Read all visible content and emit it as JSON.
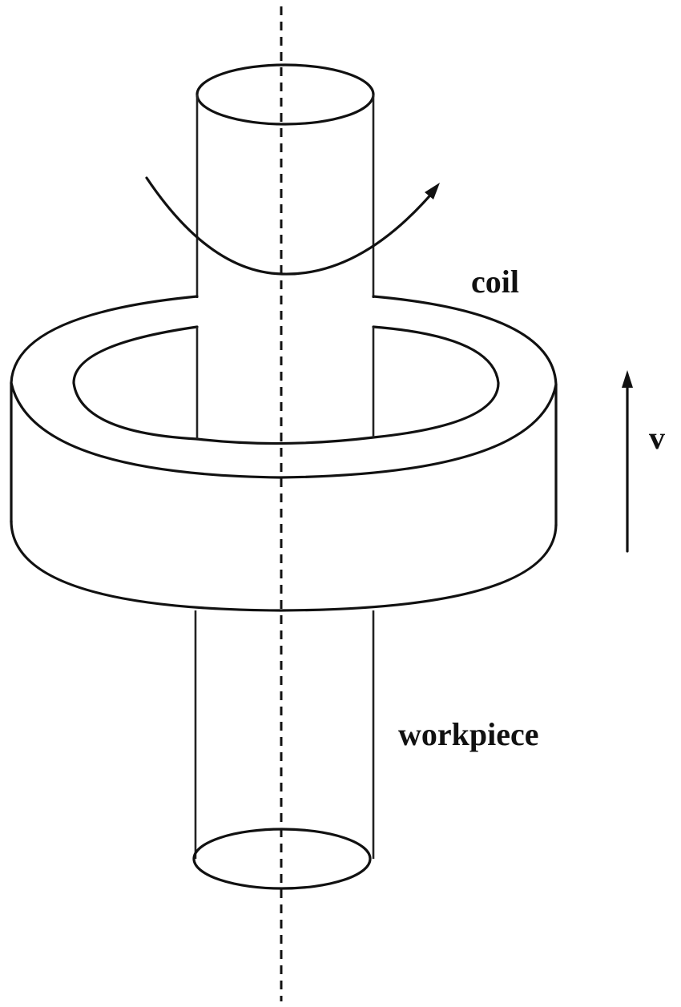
{
  "diagram": {
    "type": "induction-hardening-schematic",
    "labels": {
      "coil": "coil",
      "velocity": "v",
      "workpiece": "workpiece"
    },
    "components": [
      {
        "id": "workpiece",
        "shape": "vertical cylinder",
        "label": "workpiece"
      },
      {
        "id": "coil",
        "shape": "annular ring (torus-like cylinder)",
        "label": "coil"
      },
      {
        "id": "rotation-arrow",
        "shape": "curved arrow around workpiece axis"
      },
      {
        "id": "velocity-arrow",
        "shape": "straight upward arrow",
        "label": "v"
      },
      {
        "id": "center-axis",
        "shape": "vertical dashed line"
      }
    ],
    "colors": {
      "line": "#111111",
      "background": "#ffffff"
    }
  }
}
